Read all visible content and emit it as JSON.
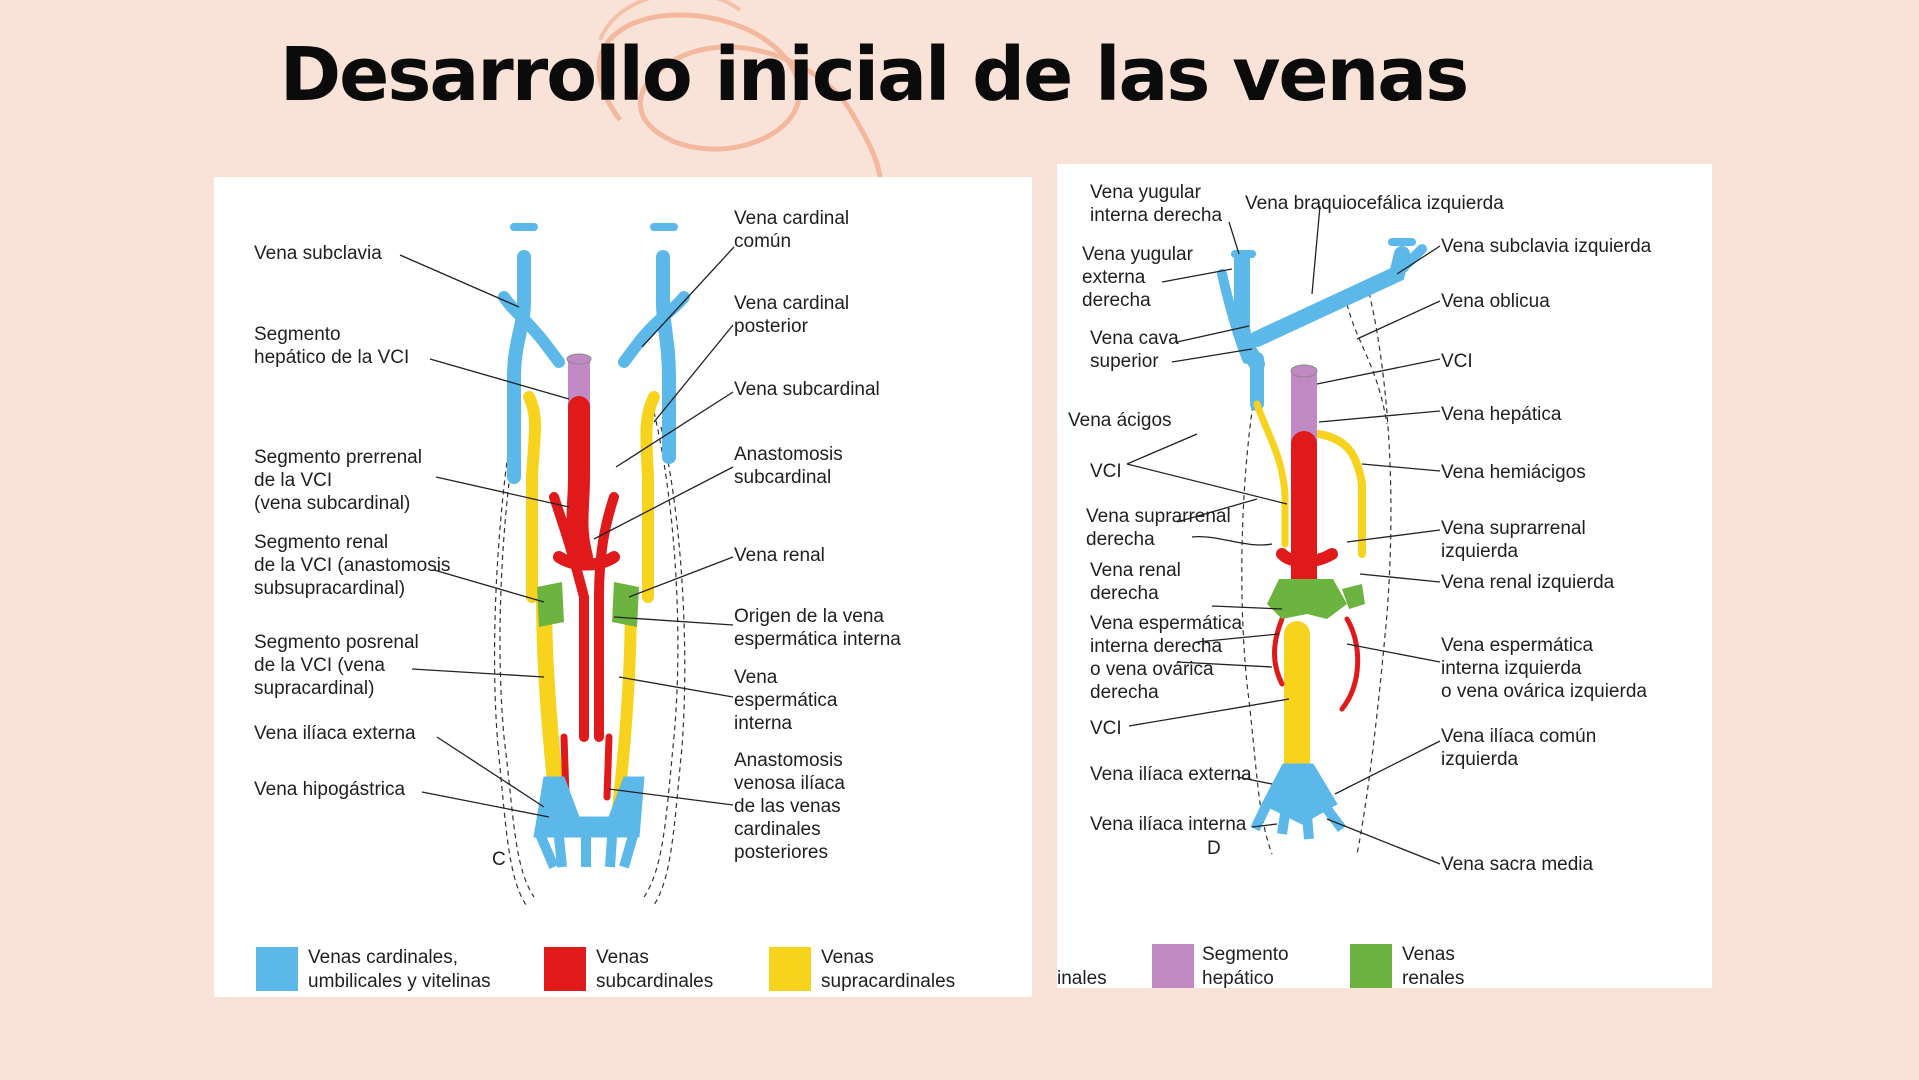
{
  "title": "Desarrollo inicial de las venas",
  "colors": {
    "background": "#f9e3d8",
    "cardinal": "#5bb8e8",
    "subcardinal": "#e01a1a",
    "supracardinal": "#f7d31e",
    "hepatic": "#c28ac4",
    "renal": "#6db33f"
  },
  "panel_c": {
    "letter": "C",
    "labels": {
      "vena_subclavia": "Vena subclavia",
      "seg_hepatico_1": "Segmento",
      "seg_hepatico_2": "hepático de la VCI",
      "seg_prerrenal_1": "Segmento prerrenal",
      "seg_prerrenal_2": "de la VCI",
      "seg_prerrenal_3": "(vena subcardinal)",
      "seg_renal_1": "Segmento renal",
      "seg_renal_2": "de la VCI (anastomosis",
      "seg_renal_3": "subsupracardinal)",
      "seg_posrenal_1": "Segmento posrenal",
      "seg_posrenal_2": "de la VCI (vena",
      "seg_posrenal_3": "supracardinal)",
      "iliaca_externa": "Vena ilíaca externa",
      "hipogastrica": "Vena hipogástrica",
      "cardinal_comun_1": "Vena cardinal",
      "cardinal_comun_2": "común",
      "cardinal_post_1": "Vena cardinal",
      "cardinal_post_2": "posterior",
      "subcardinal": "Vena subcardinal",
      "anast_sub_1": "Anastomosis",
      "anast_sub_2": "subcardinal",
      "renal": "Vena renal",
      "origen_1": "Origen de la vena",
      "origen_2": "espermática interna",
      "esperm_1": "Vena",
      "esperm_2": "espermática",
      "esperm_3": "interna",
      "anast_iliaca_1": "Anastomosis",
      "anast_iliaca_2": "venosa ilíaca",
      "anast_iliaca_3": "de las venas",
      "anast_iliaca_4": "cardinales",
      "anast_iliaca_5": "posteriores"
    },
    "legend": {
      "cardinal_1": "Venas cardinales,",
      "cardinal_2": "umbilicales y vitelinas",
      "sub_1": "Venas",
      "sub_2": "subcardinales",
      "supra_1": "Venas",
      "supra_2": "supracardinales"
    }
  },
  "panel_d": {
    "letter": "D",
    "labels": {
      "yug_int_der_1": "Vena yugular",
      "yug_int_der_2": "interna derecha",
      "braquio": "Vena braquiocefálica izquierda",
      "yug_ext_1": "Vena yugular",
      "yug_ext_2": "externa",
      "yug_ext_3": "derecha",
      "cava_sup_1": "Vena cava",
      "cava_sup_2": "superior",
      "acigos": "Vena ácigos",
      "vci_1": "VCI",
      "supra_der_1": "Vena suprarrenal",
      "supra_der_2": "derecha",
      "renal_der_1": "Vena renal",
      "renal_der_2": "derecha",
      "esp_der_1": "Vena espermática",
      "esp_der_2": "interna derecha",
      "esp_der_3": "o vena ovárica",
      "esp_der_4": "derecha",
      "vci_2": "VCI",
      "iliaca_ext": "Vena ilíaca externa",
      "iliaca_int": "Vena ilíaca interna",
      "subclavia_izq": "Vena subclavia izquierda",
      "oblicua": "Vena oblicua",
      "vci_r": "VCI",
      "hepatica": "Vena hepática",
      "hemiacigos": "Vena hemiácigos",
      "supra_izq_1": "Vena suprarrenal",
      "supra_izq_2": "izquierda",
      "renal_izq": "Vena renal izquierda",
      "esp_izq_1": "Vena espermática",
      "esp_izq_2": "interna izquierda",
      "esp_izq_3": "o vena ovárica izquierda",
      "iliaca_comun_1": "Vena ilíaca común",
      "iliaca_comun_2": "izquierda",
      "sacra": "Vena sacra media"
    },
    "legend": {
      "partial": "inales",
      "hep_1": "Segmento",
      "hep_2": "hepático",
      "ren_1": "Venas",
      "ren_2": "renales"
    }
  }
}
